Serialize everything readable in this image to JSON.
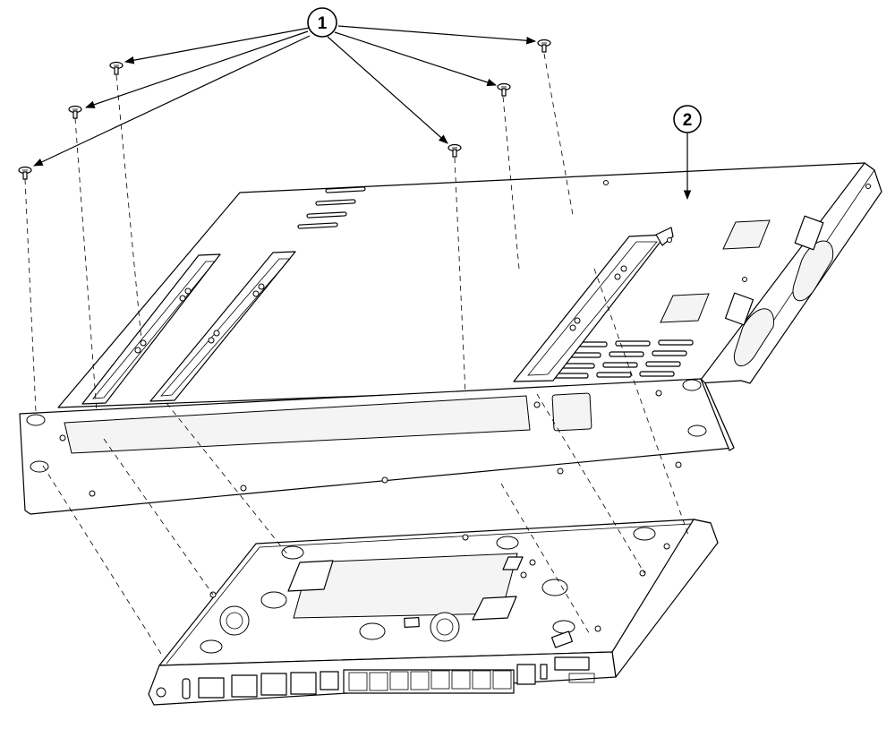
{
  "callouts": [
    {
      "id": "callout-1",
      "label": "1"
    },
    {
      "id": "callout-2",
      "label": "2"
    }
  ],
  "screw_count": 6
}
